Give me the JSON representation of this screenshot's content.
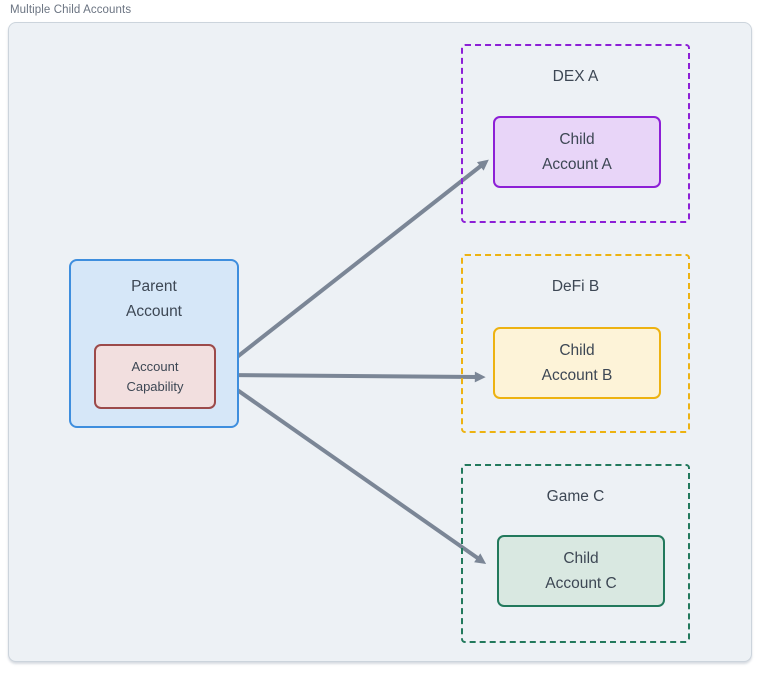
{
  "frame": {
    "label": "Multiple Child Accounts"
  },
  "diagram": {
    "parent": {
      "title": "Parent\nAccount",
      "capability_label": "Account\nCapability"
    },
    "groups": [
      {
        "label": "DEX A",
        "child_label": "Child\nAccount A",
        "accent": "#8d1fd6",
        "fill": "#e8d5f8"
      },
      {
        "label": "DeFi B",
        "child_label": "Child\nAccount B",
        "accent": "#edb211",
        "fill": "#fdf3d8"
      },
      {
        "label": "Game C",
        "child_label": "Child\nAccount C",
        "accent": "#22795c",
        "fill": "#d9e8e1"
      }
    ],
    "colors": {
      "canvas_background": "#edf1f5",
      "canvas_border": "#ccd4dc",
      "frame_label_text": "#6b7482",
      "node_text": "#3d4754",
      "parent_fill": "#d6e7f8",
      "parent_border": "#3e8ede",
      "capability_fill": "#f2dfdf",
      "capability_border": "#9c4a4a",
      "arrow": "#7b8696"
    }
  }
}
